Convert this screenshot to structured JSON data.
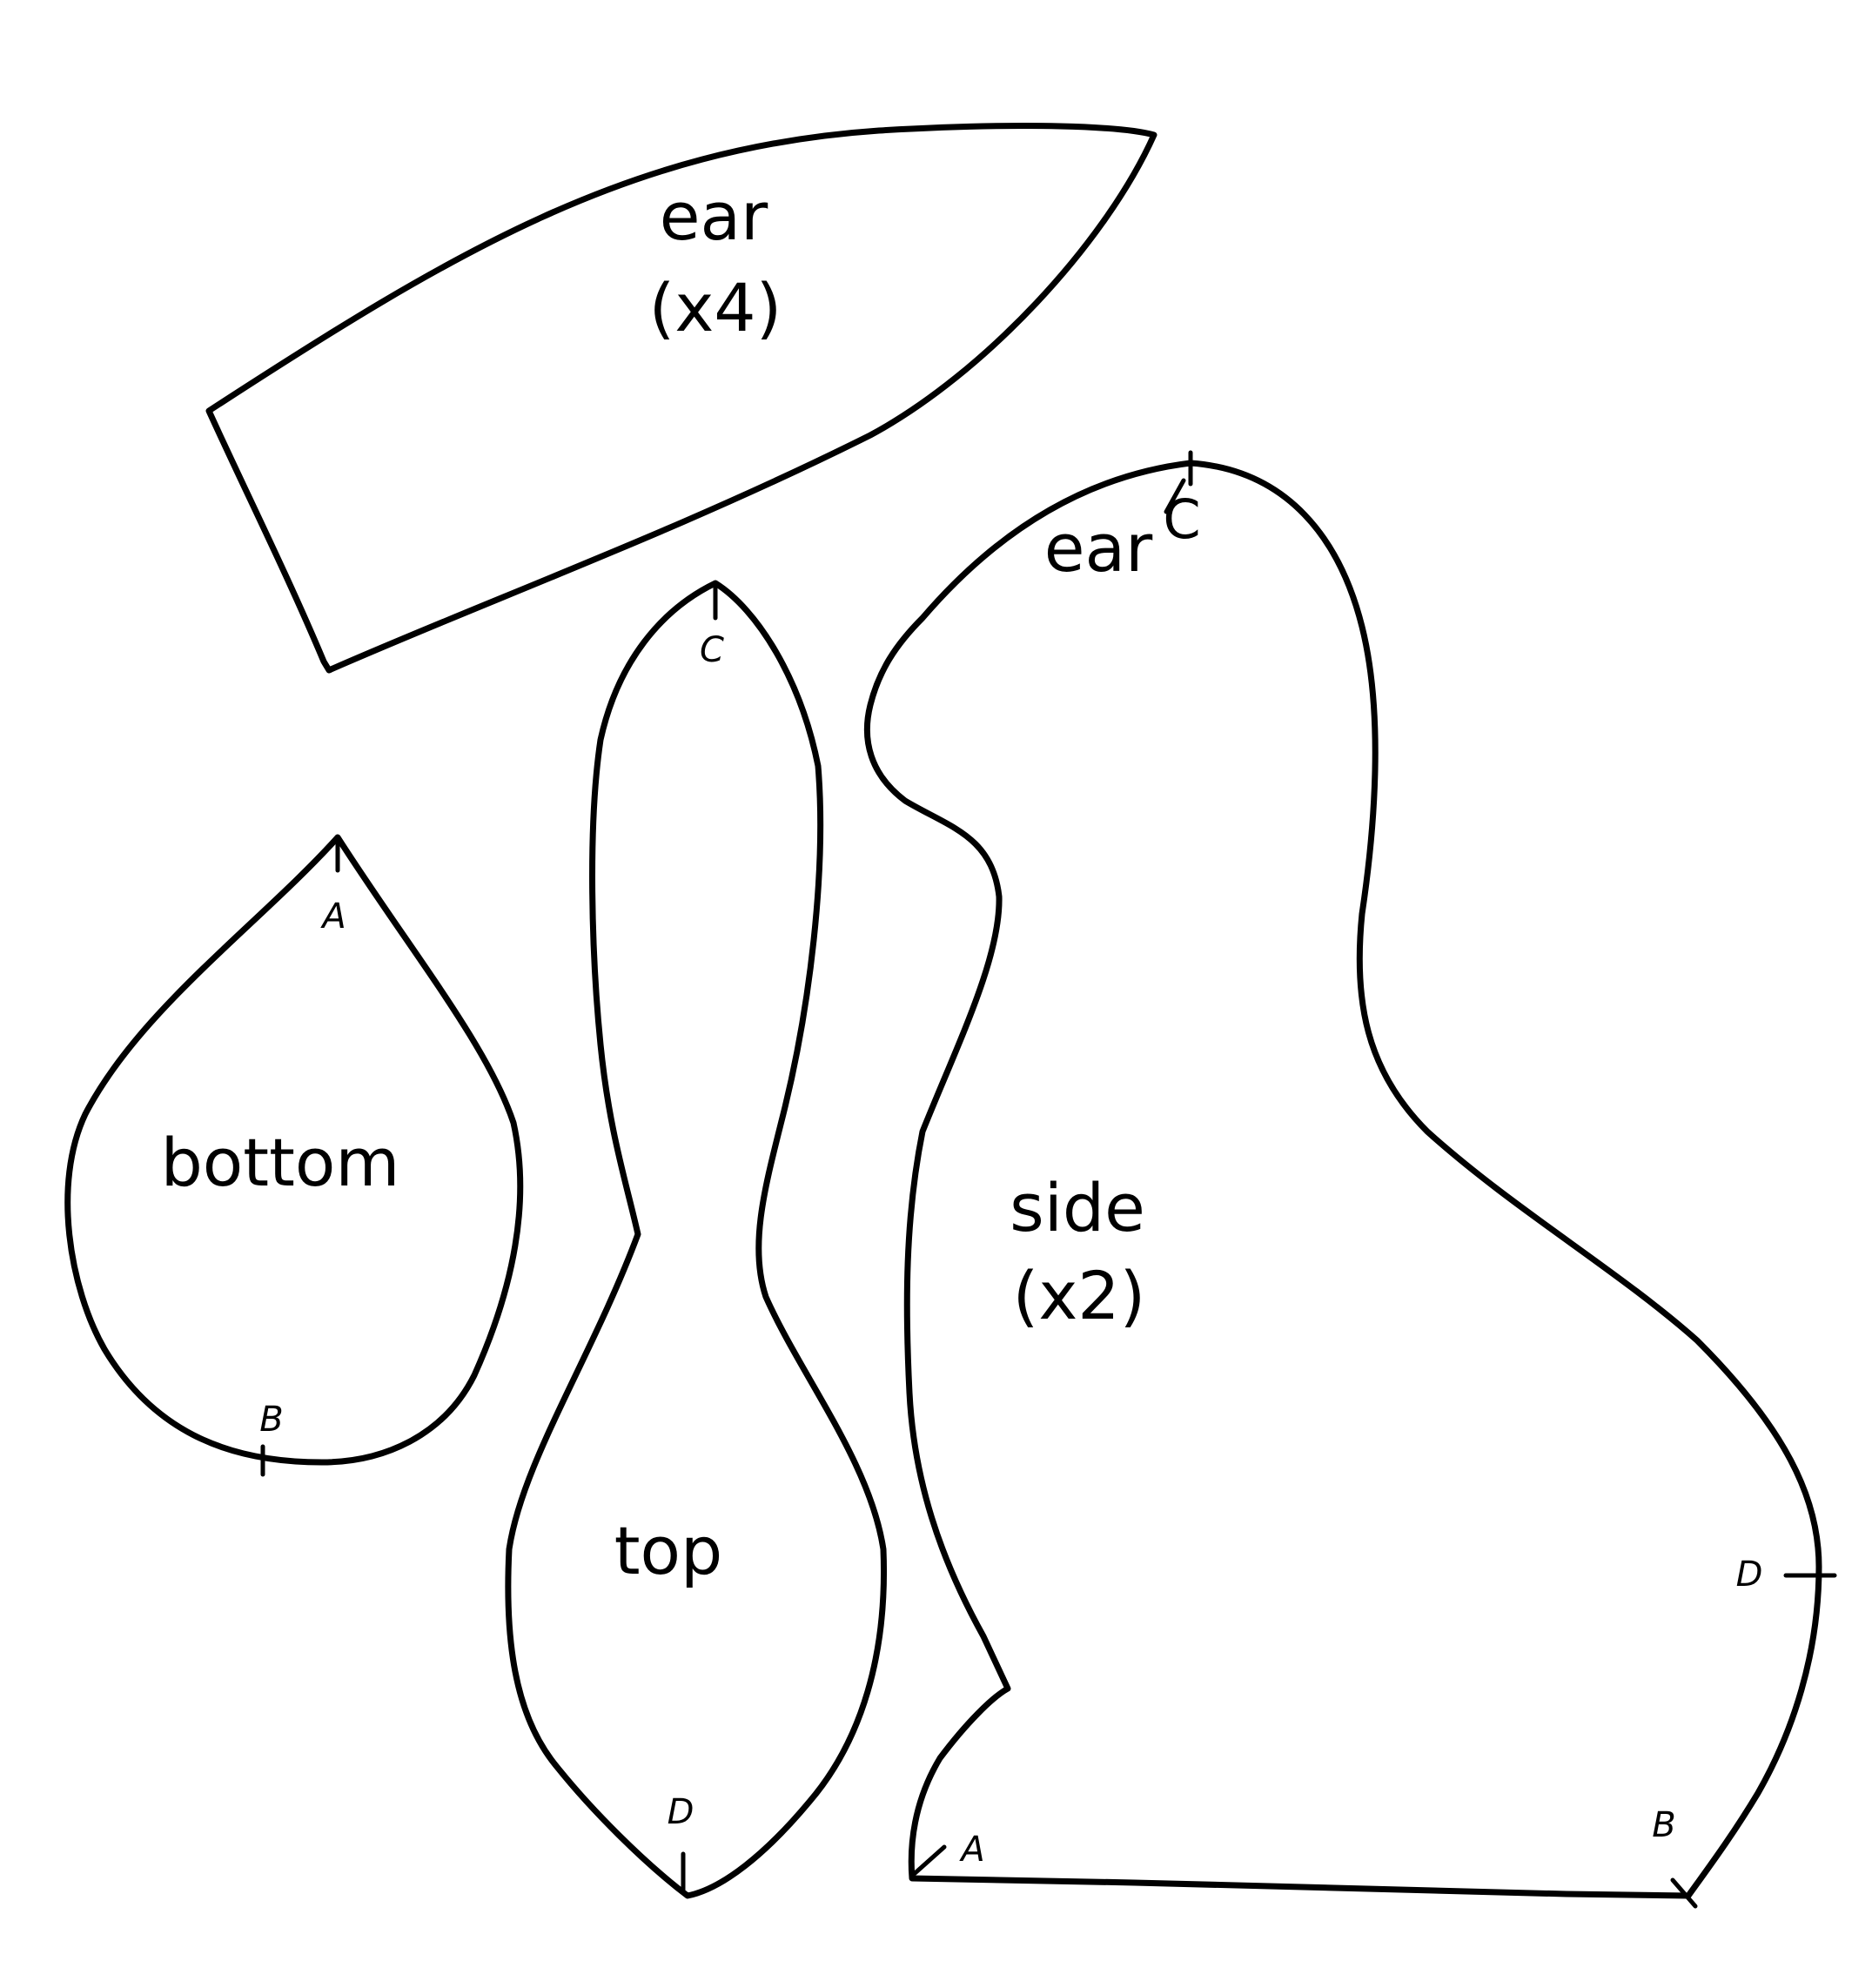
{
  "pieces": {
    "ear": {
      "name": "ear",
      "count": "(x4)"
    },
    "bottom": {
      "name": "bottom",
      "mark_a": "A",
      "mark_b": "B"
    },
    "top": {
      "name": "top",
      "mark_c": "C",
      "mark_d": "D"
    },
    "side": {
      "name": "side",
      "count": "(x2)",
      "ear_note": "ear",
      "mark_a": "A",
      "mark_b": "B",
      "mark_c": "C",
      "mark_d": "D"
    }
  },
  "colors": {
    "background": "#ffffff",
    "ink": "#000000"
  }
}
